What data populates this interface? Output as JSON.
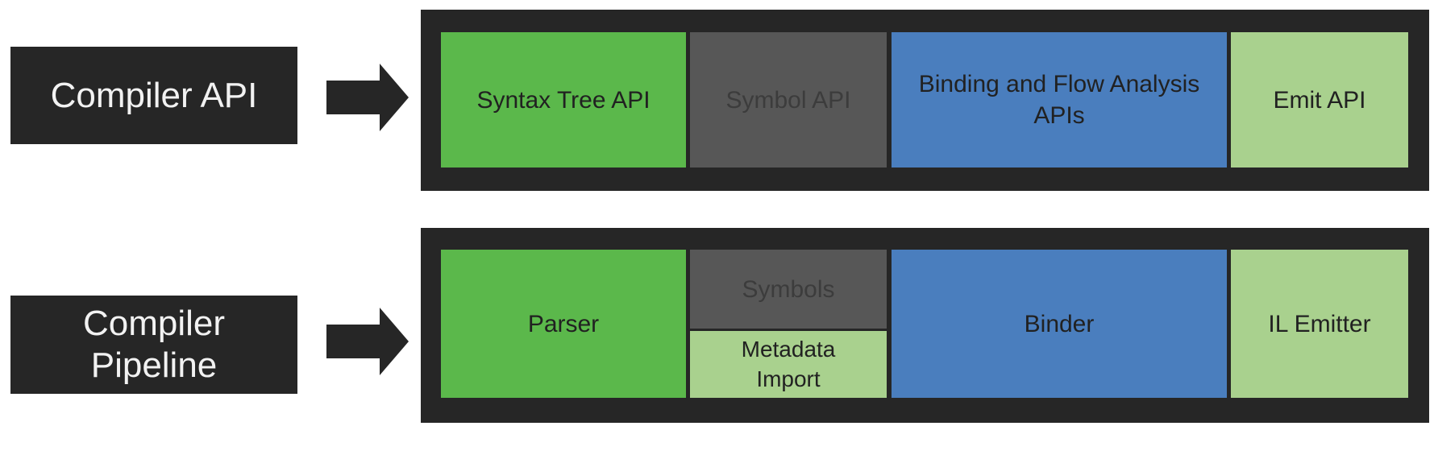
{
  "diagram": {
    "rows": [
      {
        "label": "Compiler API",
        "segments": [
          {
            "label": "Syntax Tree API"
          },
          {
            "label": "Symbol API"
          },
          {
            "label": "Binding and Flow Analysis APIs"
          },
          {
            "label": "Emit API"
          }
        ]
      },
      {
        "label": "Compiler Pipeline",
        "segments": [
          {
            "label": "Parser"
          },
          {
            "sub": [
              {
                "label": "Symbols"
              },
              {
                "label": "Metadata Import"
              }
            ]
          },
          {
            "label": "Binder"
          },
          {
            "label": "IL Emitter"
          }
        ]
      }
    ],
    "colors": {
      "dark": "#262626",
      "green": "#5BB84B",
      "gray": "#575757",
      "blue": "#4A7EBE",
      "light_green": "#A9D18E",
      "label_text": "#F2F2F2",
      "segment_text": "#212121",
      "gray_segment_text": "#3C3C3C"
    }
  }
}
